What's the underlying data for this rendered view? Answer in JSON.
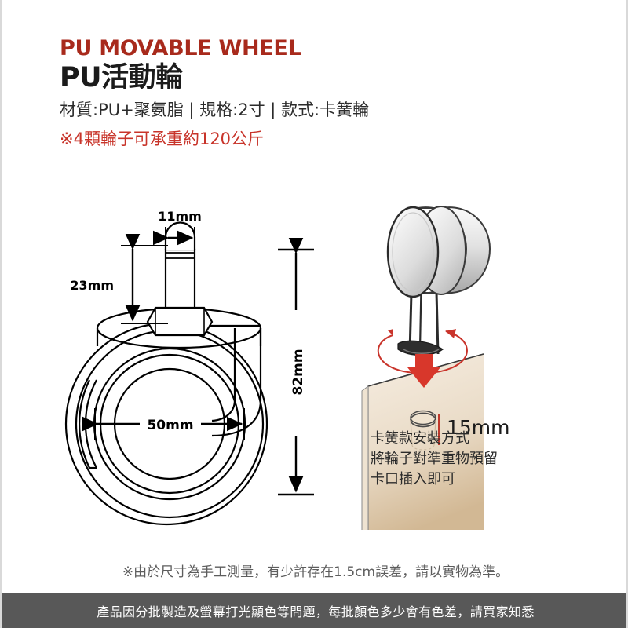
{
  "header": {
    "title_en": "PU MOVABLE WHEEL",
    "title_cn": "PU活動輪",
    "spec_line": "材質:PU+聚氨脂 | 規格:2寸 | 款式:卡簧輪",
    "load_note": "※4顆輪子可承重約120公斤",
    "title_en_color": "#A82A1C",
    "load_note_color": "#C8342A"
  },
  "diagram_left": {
    "name": "wheel-dimension-drawing",
    "dimensions": {
      "stem_width": "11mm",
      "stem_height": "23mm",
      "wheel_diameter": "50mm",
      "total_height": "82mm"
    }
  },
  "diagram_right": {
    "name": "installation-drawing",
    "hole_size": "15mm",
    "board_color_top": "#F3E8DA",
    "board_color_bottom": "#D4BC9C",
    "wheel_color_light": "#F2F2F2",
    "wheel_color_dark": "#B0B0B0",
    "arrow_color": "#D8372B"
  },
  "install_caption": {
    "line1": "卡簧款安裝方式",
    "line2": "將輪子對準重物預留",
    "line3": "卡口插入即可"
  },
  "disclaimer": {
    "text": "※由於尺寸為手工測量，有少許存在1.5cm誤差，請以實物為準。"
  },
  "footer": {
    "text": "產品因分批製造及螢幕打光顯色等問題，每批顏色多少會有色差，請買家知悉",
    "background": "#585858"
  }
}
